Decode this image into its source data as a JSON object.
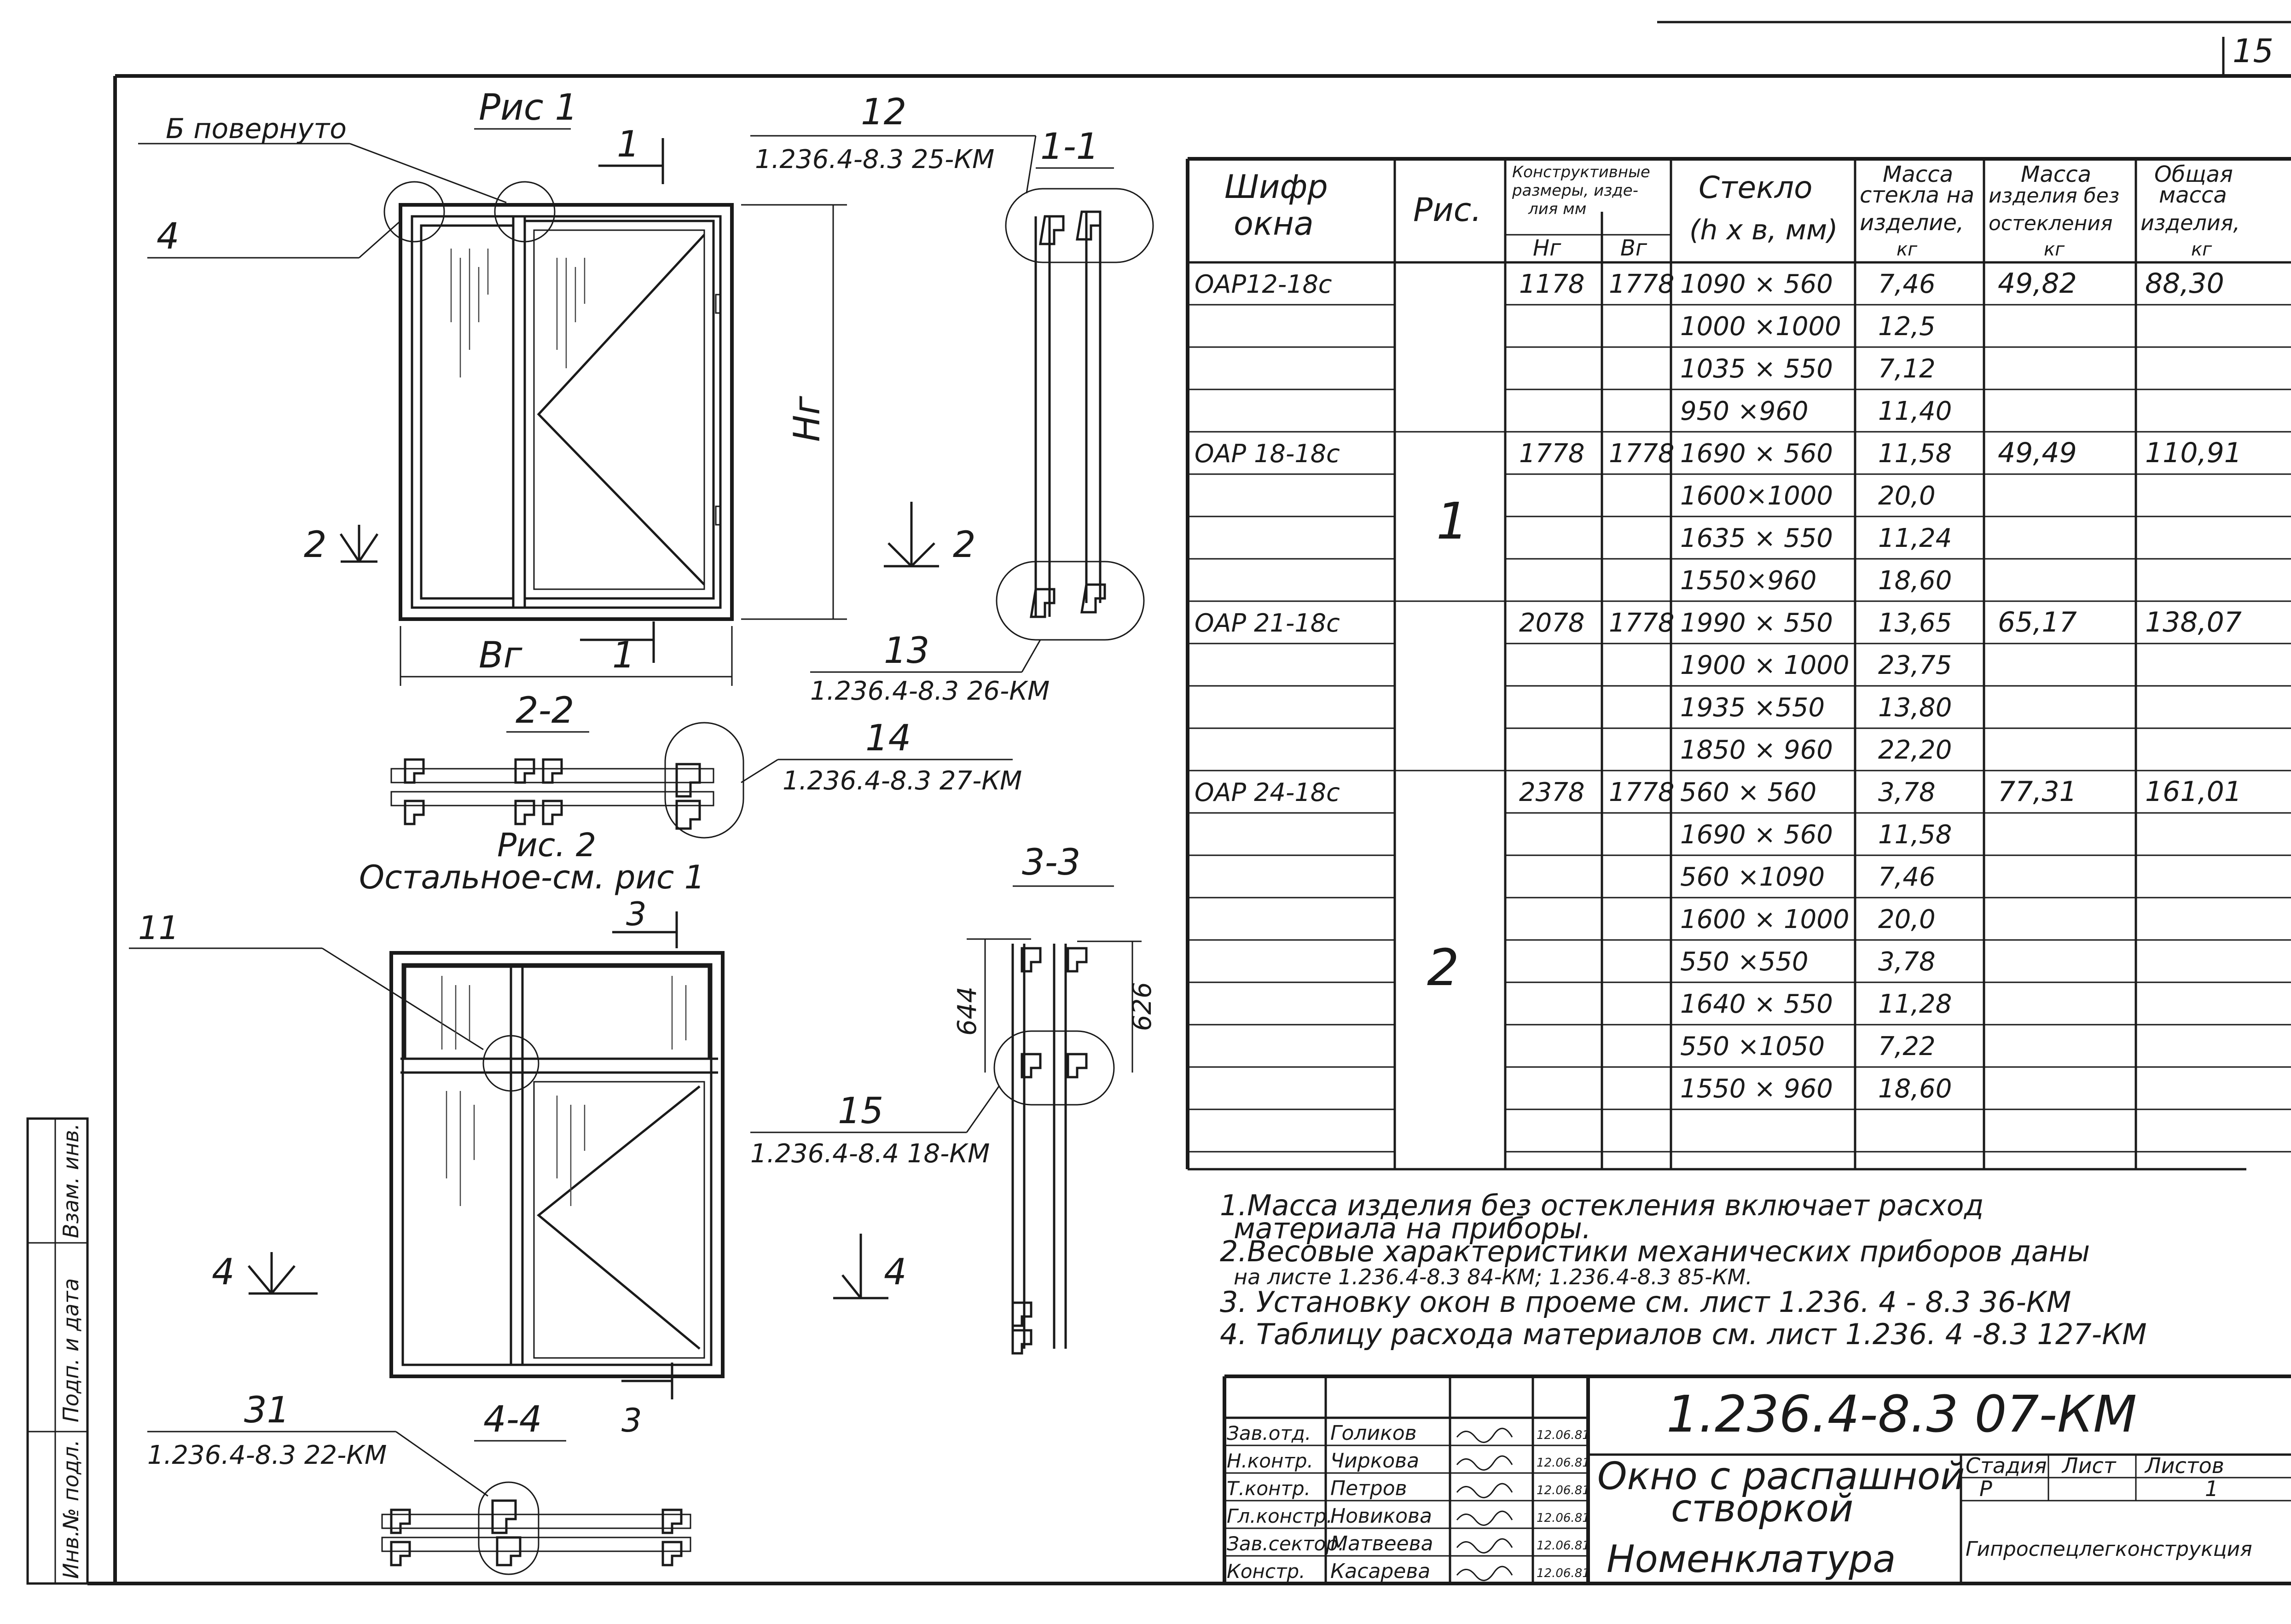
{
  "page_number": "15",
  "fig1": {
    "title": "Рис 1",
    "note_rotated": "Б повернуто",
    "callout_4": "4",
    "callout_12": "12",
    "callout_12_ref": "1.236.4-8.3 25-КМ",
    "callout_13": "13",
    "callout_13_ref": "1.236.4-8.3 26-КМ",
    "cut_1": "1",
    "cut_2": "2",
    "dim_height": "Hг",
    "dim_width": "Bг"
  },
  "section_1_1": {
    "title": "1-1"
  },
  "section_2_2": {
    "title": "2-2",
    "callout_14": "14",
    "callout_14_ref": "1.236.4-8.3 27-КМ"
  },
  "fig2": {
    "title": "Рис. 2",
    "note": "Остальное-см. рис 1",
    "callout_11": "11",
    "cut_3": "3",
    "cut_4": "4",
    "callout_15": "15",
    "callout_15_ref": "1.236.4-8.4 18-КМ",
    "callout_31": "31",
    "callout_31_ref": "1.236.4-8.3 22-КМ"
  },
  "section_3_3": {
    "title": "3-3",
    "dim_644": "644",
    "dim_626": "626"
  },
  "section_4_4": {
    "title": "4-4"
  },
  "table": {
    "headers": {
      "code_l1": "Шифр",
      "code_l2": "окна",
      "fig": "Рис.",
      "dims_l1": "Конструктивные",
      "dims_l2": "размеры, изде-",
      "dims_l3": "лия мм",
      "h": "Hг",
      "b": "Bг",
      "glass_l1": "Стекло",
      "glass_l2": "(h x в, мм)",
      "mglass_l1": "Масса",
      "mglass_l2": "стекла на",
      "mglass_l3": "изделие,",
      "mglass_l4": "кг",
      "mprod_l1": "Масса",
      "mprod_l2": "изделия без",
      "mprod_l3": "остекления",
      "mprod_l4": "кг",
      "mtotal_l1": "Общая",
      "mtotal_l2": "масса",
      "mtotal_l3": "изделия,",
      "mtotal_l4": "кг"
    },
    "fig_labels": [
      "1",
      "2"
    ],
    "rows": [
      {
        "code": "ОАР12-18с",
        "h": "1178",
        "b": "1778",
        "glass": "1090 × 560",
        "mglass": "7,46",
        "mprod": "49,82",
        "mtotal": "88,30"
      },
      {
        "code": "",
        "h": "",
        "b": "",
        "glass": "1000 ×1000",
        "mglass": "12,5",
        "mprod": "",
        "mtotal": ""
      },
      {
        "code": "",
        "h": "",
        "b": "",
        "glass": "1035 × 550",
        "mglass": "7,12",
        "mprod": "",
        "mtotal": ""
      },
      {
        "code": "",
        "h": "",
        "b": "",
        "glass": "950 ×960",
        "mglass": "11,40",
        "mprod": "",
        "mtotal": ""
      },
      {
        "code": "ОАР 18-18с",
        "h": "1778",
        "b": "1778",
        "glass": "1690 × 560",
        "mglass": "11,58",
        "mprod": "49,49",
        "mtotal": "110,91"
      },
      {
        "code": "",
        "h": "",
        "b": "",
        "glass": "1600×1000",
        "mglass": "20,0",
        "mprod": "",
        "mtotal": ""
      },
      {
        "code": "",
        "h": "",
        "b": "",
        "glass": "1635 × 550",
        "mglass": "11,24",
        "mprod": "",
        "mtotal": ""
      },
      {
        "code": "",
        "h": "",
        "b": "",
        "glass": "1550×960",
        "mglass": "18,60",
        "mprod": "",
        "mtotal": ""
      },
      {
        "code": "ОАР 21-18с",
        "h": "2078",
        "b": "1778",
        "glass": "1990 × 550",
        "mglass": "13,65",
        "mprod": "65,17",
        "mtotal": "138,07"
      },
      {
        "code": "",
        "h": "",
        "b": "",
        "glass": "1900 × 1000",
        "mglass": "23,75",
        "mprod": "",
        "mtotal": ""
      },
      {
        "code": "",
        "h": "",
        "b": "",
        "glass": "1935 ×550",
        "mglass": "13,80",
        "mprod": "",
        "mtotal": ""
      },
      {
        "code": "",
        "h": "",
        "b": "",
        "glass": "1850 × 960",
        "mglass": "22,20",
        "mprod": "",
        "mtotal": ""
      },
      {
        "code": "ОАР 24-18с",
        "h": "2378",
        "b": "1778",
        "glass": "560 × 560",
        "mglass": "3,78",
        "mprod": "77,31",
        "mtotal": "161,01"
      },
      {
        "code": "",
        "h": "",
        "b": "",
        "glass": "1690 × 560",
        "mglass": "11,58",
        "mprod": "",
        "mtotal": ""
      },
      {
        "code": "",
        "h": "",
        "b": "",
        "glass": "560 ×1090",
        "mglass": "7,46",
        "mprod": "",
        "mtotal": ""
      },
      {
        "code": "",
        "h": "",
        "b": "",
        "glass": "1600 × 1000",
        "mglass": "20,0",
        "mprod": "",
        "mtotal": ""
      },
      {
        "code": "",
        "h": "",
        "b": "",
        "glass": "550 ×550",
        "mglass": "3,78",
        "mprod": "",
        "mtotal": ""
      },
      {
        "code": "",
        "h": "",
        "b": "",
        "glass": "1640 × 550",
        "mglass": "11,28",
        "mprod": "",
        "mtotal": ""
      },
      {
        "code": "",
        "h": "",
        "b": "",
        "glass": "550 ×1050",
        "mglass": "7,22",
        "mprod": "",
        "mtotal": ""
      },
      {
        "code": "",
        "h": "",
        "b": "",
        "glass": "1550 × 960",
        "mglass": "18,60",
        "mprod": "",
        "mtotal": ""
      },
      {
        "code": "",
        "h": "",
        "b": "",
        "glass": "",
        "mglass": "",
        "mprod": "",
        "mtotal": ""
      }
    ]
  },
  "notes": [
    "1.Масса изделия без остекления включает расход",
    "материала на приборы.",
    "2.Весовые характеристики механических приборов даны",
    "на листе 1.236.4-8.3 84-КМ; 1.236.4-8.3 85-КМ.",
    "3. Установку окон в проеме см. лист 1.236. 4 - 8.3 36-КМ",
    "4. Таблицу расхода материалов см. лист 1.236. 4 -8.3 127-КМ"
  ],
  "title_block": {
    "doc_code": "1.236.4-8.3 07-КМ",
    "title_l1": "Окно с распашной",
    "title_l2": "створкой",
    "title_l3": "Номенклатура",
    "stage_h": "Стадия",
    "sheet_h": "Лист",
    "sheets_h": "Листов",
    "stage": "Р",
    "sheets": "1",
    "org": "Гипроспецлегконструкция",
    "staff": [
      {
        "role": "Зав.отд.",
        "name": "Голиков",
        "date": "12.06.81"
      },
      {
        "role": "Н.контр.",
        "name": "Чиркова",
        "date": "12.06.81"
      },
      {
        "role": "Т.контр.",
        "name": "Петров",
        "date": "12.06.81"
      },
      {
        "role": "Гл.констр.",
        "name": "Новикова",
        "date": "12.06.81"
      },
      {
        "role": "Зав.сектор.",
        "name": "Матвеева",
        "date": "12.06.81"
      },
      {
        "role": "Констр.",
        "name": "Касарева",
        "date": "12.06.81"
      }
    ]
  },
  "side_stamp": [
    "Взам. инв.",
    "Подп. и дата",
    "Инв.№ подл."
  ]
}
